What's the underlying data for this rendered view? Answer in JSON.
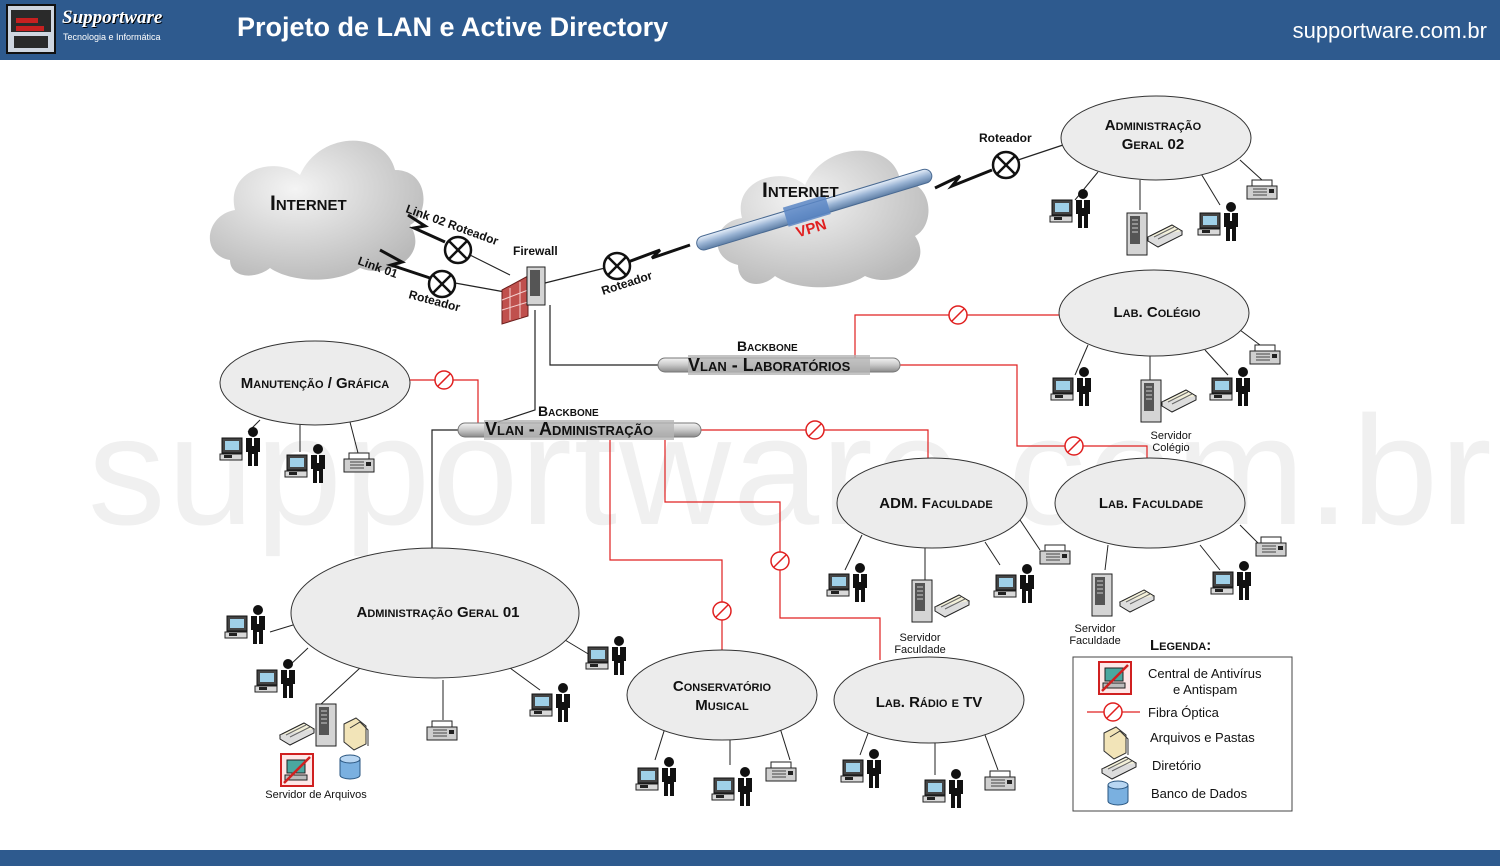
{
  "header": {
    "brand": "Supportware",
    "tagline": "Tecnologia e Informática",
    "title": "Projeto de LAN e Active Directory",
    "site": "supportware.com.br"
  },
  "watermark": "supportware.com.br",
  "diagram": {
    "clouds": {
      "internet_left": "Internet",
      "internet_right": "Internet"
    },
    "vpn": "VPN",
    "links": {
      "link02": "Link 02 Roteador",
      "link01": "Link 01",
      "roteador_left": "Roteador",
      "roteador_mid": "Roteador",
      "roteador_top": "Roteador",
      "firewall": "Firewall"
    },
    "backbones": {
      "lab_title": "Backbone",
      "lab_name": "Vlan - Laboratórios",
      "adm_title": "Backbone",
      "adm_name": "Vlan - Administração"
    },
    "sites": {
      "adm02_line1": "Administração",
      "adm02_line2": "Geral 02",
      "lab_colegio": "Lab. Colégio",
      "manutencao": "Manutenção / Gráfica",
      "adm_faculdade": "ADM. Faculdade",
      "lab_faculdade": "Lab. Faculdade",
      "adm01": "Administração Geral 01",
      "conservatorio_line1": "Conservatório",
      "conservatorio_line2": "Musical",
      "lab_radio": "Lab. Rádio e TV"
    },
    "servers": {
      "colegio_line1": "Servidor",
      "colegio_line2": "Colégio",
      "faculdade_adm_line1": "Servidor",
      "faculdade_adm_line2": "Faculdade",
      "faculdade_lab_line1": "Servidor",
      "faculdade_lab_line2": "Faculdade",
      "arquivos": "Servidor de Arquivos"
    },
    "colors": {
      "fiber": "#e02020",
      "cable": "#222222",
      "ellipse_fill": "#ececec"
    }
  },
  "legend": {
    "title": "Legenda:",
    "items": {
      "antivirus_line1": "Central de Antivírus",
      "antivirus_line2": "e Antispam",
      "fibra": "Fibra Óptica",
      "arquivos": "Arquivos e Pastas",
      "diretorio": "Diretório",
      "banco": "Banco de Dados"
    }
  }
}
